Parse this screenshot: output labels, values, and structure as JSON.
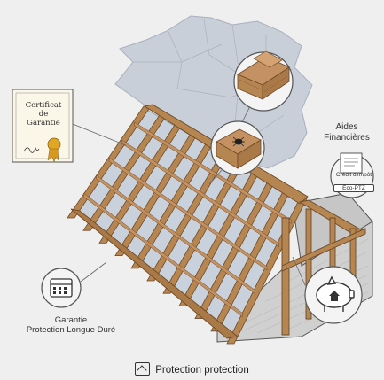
{
  "certificate": {
    "line1": "Certificat",
    "line2": "de",
    "line3": "Garantie"
  },
  "aides": {
    "line1": "Aides",
    "line2": "Financières"
  },
  "document": {
    "credit": "Crédit d'Impôt",
    "eco": "Éco-PTZ"
  },
  "garantie": {
    "line1": "Garantie",
    "line2": "Protection Longue Duré"
  },
  "footer": {
    "icon": "arrow-up-icon",
    "text": "Protection protection"
  },
  "colors": {
    "wood": "#b58552",
    "wood_dark": "#6e4a26",
    "map": "#c9cfd9",
    "brick": "#d0d0d0",
    "background": "#efefef"
  }
}
